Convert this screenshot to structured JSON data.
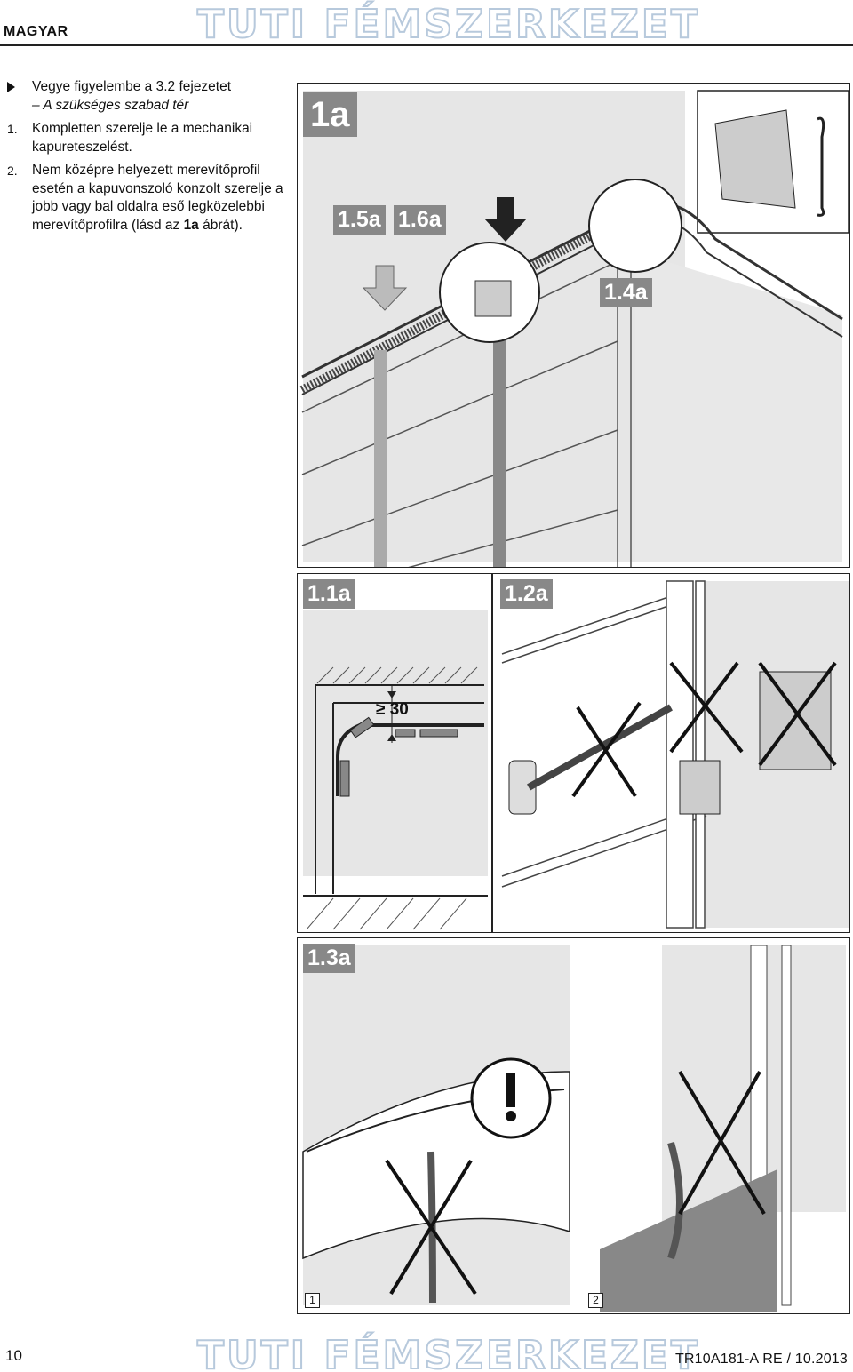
{
  "header": {
    "language": "MAGYAR",
    "watermark": "TUTI FÉMSZERKEZET"
  },
  "instructions": {
    "intro_line1": "Vegye figyelembe a 3.2 fejezetet",
    "intro_line2": "– A szükséges szabad tér",
    "step1_num": "1.",
    "step1_text": "Kompletten szerelje le a mechanikai kapureteszelést.",
    "step2_num": "2.",
    "step2_text_a": "Nem középre helyezett merevítőprofil esetén a kapuvonszoló konzolt szerelje a jobb vagy bal oldalra eső legközelebbi merevítőprofilra (lásd az ",
    "step2_bold": "1a",
    "step2_text_b": " ábrát)."
  },
  "figures": {
    "main_label": "1a",
    "detail_labels": [
      "1.5a",
      "1.6a",
      "1.4a"
    ],
    "fig_1_1a": {
      "label": "1.1a",
      "dimension": "≥ 30"
    },
    "fig_1_2a": {
      "label": "1.2a"
    },
    "fig_1_3a": {
      "label": "1.3a",
      "panel_numbers": [
        "1",
        "2"
      ]
    }
  },
  "footer": {
    "page_number": "10",
    "doc_code": "TR10A181-A  RE / 10.2013",
    "watermark": "TUTI FÉMSZERKEZET"
  }
}
